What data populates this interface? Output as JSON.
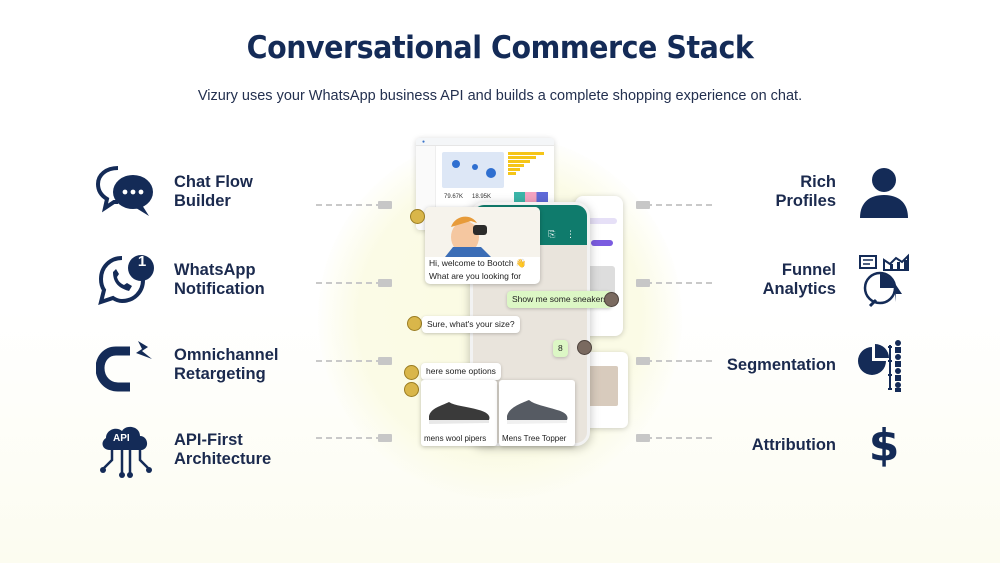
{
  "page": {
    "title": "Conversational Commerce Stack",
    "subtitle": "Vizury uses your WhatsApp business API and builds a complete shopping experience on chat."
  },
  "left_features": [
    {
      "line1": "Chat Flow",
      "line2": "Builder",
      "icon": "chat-bubbles-icon"
    },
    {
      "line1": "WhatsApp",
      "line2": "Notification",
      "icon": "whatsapp-notification-icon",
      "badge": "1"
    },
    {
      "line1": "Omnichannel",
      "line2": "Retargeting",
      "icon": "magnet-icon"
    },
    {
      "line1": "API-First",
      "line2": "Architecture",
      "icon": "api-cloud-icon",
      "icon_text": "API"
    }
  ],
  "right_features": [
    {
      "line1": "Rich",
      "line2": "Profiles",
      "icon": "user-profile-icon"
    },
    {
      "line1": "Funnel",
      "line2": "Analytics",
      "icon": "funnel-analytics-icon"
    },
    {
      "line1": "Segmentation",
      "line2": "",
      "icon": "segmentation-icon"
    },
    {
      "line1": "Attribution",
      "line2": "",
      "icon": "dollar-icon",
      "icon_text": "$"
    }
  ],
  "dashboard": {
    "stat1": "79.67K",
    "stat2": "18.95K"
  },
  "chat": {
    "welcome_line1": "Hi, welcome to Bootch 👋",
    "welcome_line2": "What are you looking for today?",
    "user_msg1": "Show me some sneakers",
    "bot_msg1": "Sure, what's your size?",
    "user_msg2": "8",
    "bot_msg2": "here some options",
    "product1": "mens wool pipers",
    "product2": "Mens Tree Topper"
  },
  "colors": {
    "navy": "#142b57",
    "whatsapp_green": "#0f7b6c",
    "bubble_out": "#dcf7c5"
  }
}
